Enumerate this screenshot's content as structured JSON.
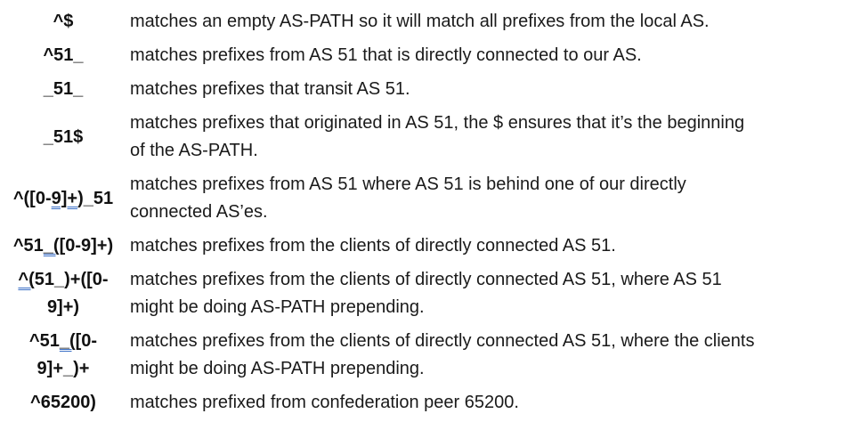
{
  "table": {
    "name": "as-path-regex-reference",
    "text_color": "#1a1a1a",
    "underline_color": "#3a6fc6",
    "rows": [
      {
        "pattern": [
          {
            "text": "^$"
          }
        ],
        "desc": [
          "matches an empty AS-PATH so it will match all prefixes from the local AS."
        ]
      },
      {
        "pattern": [
          {
            "text": "^51_"
          }
        ],
        "desc": [
          "matches prefixes from AS 51 that is directly connected to our AS."
        ]
      },
      {
        "pattern": [
          {
            "text": "_51_"
          }
        ],
        "desc": [
          "matches prefixes that transit AS 51."
        ]
      },
      {
        "pattern": [
          {
            "text": "_51$"
          }
        ],
        "desc": [
          "matches prefixes that originated in AS 51, the $ ensures that it’s the beginning",
          "of the AS-PATH."
        ]
      },
      {
        "pattern": [
          {
            "text": "^([0-"
          },
          {
            "text": "9]+",
            "underline": true
          },
          {
            "text": ")_51"
          }
        ],
        "desc": [
          "matches prefixes from AS 51 where AS 51 is behind one of our directly",
          "connected AS’es."
        ]
      },
      {
        "pattern": [
          {
            "text": "^51"
          },
          {
            "text": "_(",
            "underline": true
          },
          {
            "text": "[0-9]+)"
          }
        ],
        "desc": [
          "matches prefixes from the clients of directly connected AS 51."
        ]
      },
      {
        "pattern": [
          {
            "text": "^(",
            "underline": true
          },
          {
            "text": "51_)+([0-\n9]+)"
          }
        ],
        "desc": [
          "matches prefixes from the clients of directly connected AS 51, where AS 51",
          "might be doing AS-PATH prepending."
        ]
      },
      {
        "pattern": [
          {
            "text": "^51"
          },
          {
            "text": "_(",
            "underline": true
          },
          {
            "text": "[0-\n9]+_)+"
          }
        ],
        "desc": [
          "matches prefixes from the clients of directly connected AS 51, where the clients",
          "might be doing AS-PATH prepending."
        ]
      },
      {
        "pattern": [
          {
            "text": "^65200)"
          }
        ],
        "desc": [
          "matches prefixed from confederation peer 65200."
        ]
      }
    ]
  }
}
